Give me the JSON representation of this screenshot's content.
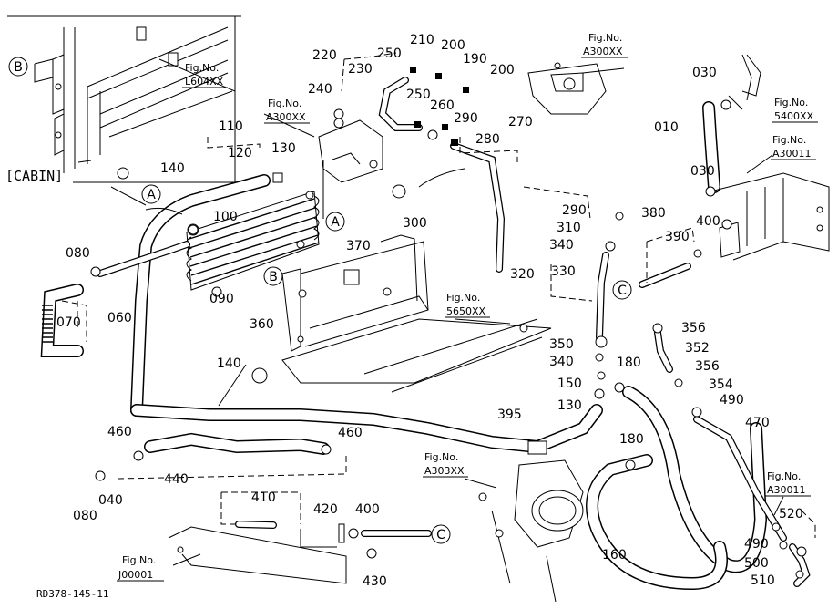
{
  "drawing_code": "RD378-145-11",
  "cabin_label": "[CABIN]",
  "part_numbers": [
    "010",
    "030",
    "030",
    "040",
    "060",
    "070",
    "080",
    "080",
    "090",
    "100",
    "110",
    "120",
    "130",
    "130",
    "140",
    "140",
    "150",
    "160",
    "180",
    "180",
    "190",
    "200",
    "200",
    "210",
    "220",
    "230",
    "240",
    "250",
    "250",
    "260",
    "270",
    "280",
    "290",
    "290",
    "300",
    "310",
    "320",
    "330",
    "340",
    "340",
    "350",
    "352",
    "354",
    "356",
    "356",
    "360",
    "370",
    "380",
    "390",
    "395",
    "400",
    "400",
    "410",
    "420",
    "430",
    "440",
    "460",
    "460",
    "470",
    "490",
    "490",
    "500",
    "510",
    "520"
  ],
  "figure_refs": [
    {
      "label": "Fig.No.",
      "code": "L604XX"
    },
    {
      "label": "Fig.No.",
      "code": "A300XX"
    },
    {
      "label": "Fig.No.",
      "code": "A300XX"
    },
    {
      "label": "Fig.No.",
      "code": "5400XX"
    },
    {
      "label": "Fig.No.",
      "code": "A30011"
    },
    {
      "label": "Fig.No.",
      "code": "5650XX"
    },
    {
      "label": "Fig.No.",
      "code": "A303XX"
    },
    {
      "label": "Fig.No.",
      "code": "A30011"
    },
    {
      "label": "Fig.No.",
      "code": "J00001"
    }
  ],
  "connection_refs": [
    "A",
    "A",
    "B",
    "B",
    "C",
    "C"
  ]
}
